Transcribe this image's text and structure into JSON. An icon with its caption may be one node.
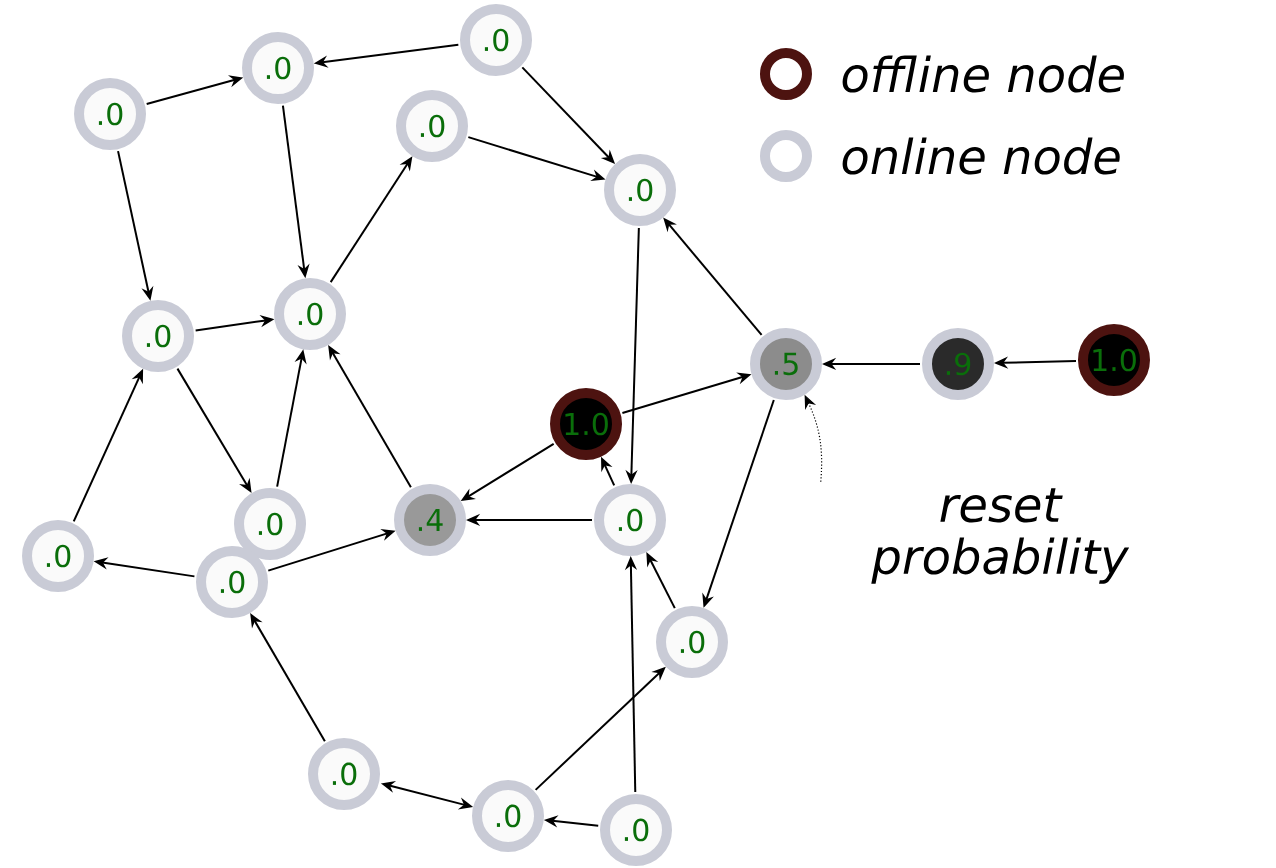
{
  "diagram": {
    "nodes": [
      {
        "text": [
          ".0"
        ]
      },
      {
        "text": [
          ".0"
        ]
      },
      {
        "text": [
          ".0"
        ]
      },
      {
        "text": [
          ".0"
        ]
      },
      {
        "text": [
          ".0"
        ]
      },
      {
        "text": [
          ".0"
        ]
      },
      {
        "text": [
          ".0"
        ]
      },
      {
        "text": [
          "1.0"
        ]
      },
      {
        "text": [
          ".5"
        ]
      },
      {
        "text": [
          ".9"
        ]
      },
      {
        "text": [
          "1.0"
        ]
      },
      {
        "text": [
          ".4"
        ]
      },
      {
        "text": [
          ".0"
        ]
      },
      {
        "text": [
          ".0"
        ]
      },
      {
        "text": [
          ".0"
        ]
      },
      {
        "text": [
          ".0"
        ]
      },
      {
        "text": [
          ".0"
        ]
      },
      {
        "text": [
          ".0"
        ]
      },
      {
        "text": [
          ".0"
        ]
      },
      {
        "text": [
          ".0"
        ]
      },
      {
        "text": [
          "reset probability"
        ]
      }
    ],
    "edges": [
      {
        "from": 0,
        "to": 1,
        "arrow": "to"
      },
      {
        "from": 2,
        "to": 1,
        "arrow": "to"
      },
      {
        "from": 2,
        "to": 4,
        "arrow": "to"
      },
      {
        "from": 3,
        "to": 4,
        "arrow": "to"
      },
      {
        "from": 0,
        "to": 5,
        "arrow": "to"
      },
      {
        "from": 1,
        "to": 6,
        "arrow": "to"
      },
      {
        "from": 6,
        "to": 3,
        "arrow": "to"
      },
      {
        "from": 5,
        "to": 6,
        "arrow": "to"
      },
      {
        "from": 8,
        "to": 4,
        "arrow": "to"
      },
      {
        "from": 4,
        "to": 12,
        "arrow": "to"
      },
      {
        "from": 7,
        "to": 8,
        "arrow": "to"
      },
      {
        "from": 7,
        "to": 11,
        "arrow": "to"
      },
      {
        "from": 12,
        "to": 7,
        "arrow": "to"
      },
      {
        "from": 9,
        "to": 8,
        "arrow": "to"
      },
      {
        "from": 10,
        "to": 9,
        "arrow": "to"
      },
      {
        "from": 12,
        "to": 11,
        "arrow": "to"
      },
      {
        "from": 8,
        "to": 16,
        "arrow": "to"
      },
      {
        "from": 16,
        "to": 12,
        "arrow": "to"
      },
      {
        "from": 19,
        "to": 12,
        "arrow": "to"
      },
      {
        "from": 18,
        "to": 16,
        "arrow": "to"
      },
      {
        "from": 19,
        "to": 18,
        "arrow": "to"
      },
      {
        "from": 17,
        "to": 18,
        "arrow": "both"
      },
      {
        "from": 17,
        "to": 15,
        "arrow": "to"
      },
      {
        "from": 15,
        "to": 13,
        "arrow": "to"
      },
      {
        "from": 15,
        "to": 11,
        "arrow": "to"
      },
      {
        "from": 13,
        "to": 5,
        "arrow": "to"
      },
      {
        "from": 5,
        "to": 14,
        "arrow": "to"
      },
      {
        "from": 14,
        "to": 6,
        "arrow": "to"
      },
      {
        "from": 11,
        "to": 6,
        "arrow": "to"
      },
      {
        "from": 20,
        "to": 8,
        "arrow": "to",
        "style": "dashed"
      }
    ],
    "legend": [
      {
        "text": "offline node"
      },
      {
        "text": "online node"
      }
    ]
  }
}
